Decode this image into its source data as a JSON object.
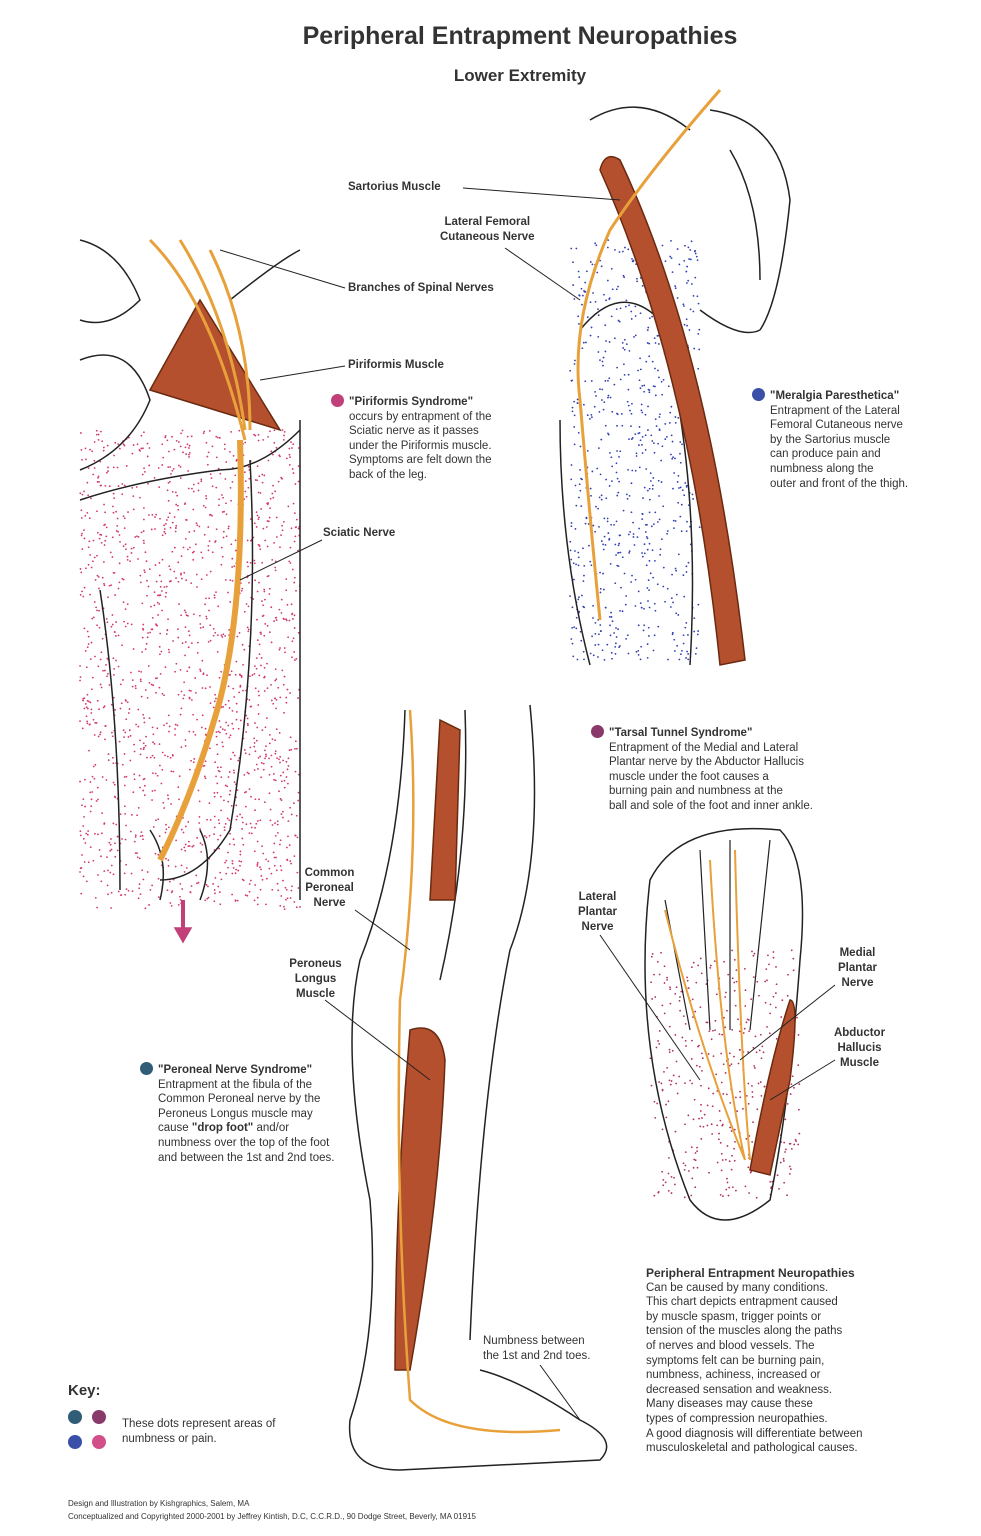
{
  "title": "Peripheral Entrapment Neuropathies",
  "subtitle": "Lower Extremity",
  "labels": {
    "sartorius": "Sartorius Muscle",
    "lfcn": [
      "Lateral Femoral",
      "Cutaneous Nerve"
    ],
    "spinal": "Branches of Spinal Nerves",
    "piriformis": "Piriformis Muscle",
    "sciatic": "Sciatic Nerve",
    "common_peroneal": [
      "Common",
      "Peroneal",
      "Nerve"
    ],
    "peroneus_longus": [
      "Peroneus",
      "Longus",
      "Muscle"
    ],
    "lateral_plantar": [
      "Lateral",
      "Plantar",
      "Nerve"
    ],
    "medial_plantar": [
      "Medial",
      "Plantar",
      "Nerve"
    ],
    "abductor": [
      "Abductor",
      "Hallucis",
      "Muscle"
    ],
    "numbness_toes": [
      "Numbness between",
      "the 1st and 2nd toes."
    ]
  },
  "callouts": {
    "piriformis": {
      "heading": "\"Piriformis Syndrome\"",
      "lines": [
        "occurs by entrapment of the",
        "Sciatic nerve as it passes",
        "under the Piriformis muscle.",
        "Symptoms are felt down the",
        "back of the leg."
      ],
      "color": "#c2407a"
    },
    "meralgia": {
      "heading": "\"Meralgia Paresthetica\"",
      "lines": [
        "Entrapment of the Lateral",
        "Femoral Cutaneous nerve",
        "by the Sartorius muscle",
        "can produce pain and",
        "numbness along the",
        "outer and front of the thigh."
      ],
      "color": "#3a4fa8"
    },
    "tarsal": {
      "heading": "\"Tarsal Tunnel Syndrome\"",
      "lines": [
        "Entrapment of the Medial and Lateral",
        "Plantar nerve by the Abductor Hallucis",
        "muscle under the foot causes a",
        "burning pain and numbness at the",
        "ball and sole of the foot and inner ankle."
      ],
      "color": "#8a3a6a"
    },
    "peroneal": {
      "heading": "\"Peroneal Nerve Syndrome\"",
      "lines": [
        "Entrapment at the fibula of the",
        "Common Peroneal nerve by the",
        "Peroneus Longus muscle may"
      ],
      "bold_pre": "cause ",
      "bold": "\"drop foot\"",
      "bold_post": " and/or",
      "lines_after": [
        "numbness over the top of the foot",
        "and between the 1st and 2nd toes."
      ],
      "color": "#2f5d78"
    }
  },
  "summary": {
    "heading": "Peripheral Entrapment Neuropathies",
    "lines": [
      "Can be caused by many conditions.",
      "This chart depicts entrapment caused",
      "by muscle spasm, trigger points or",
      "tension of the muscles along the paths",
      "of nerves and blood vessels. The",
      "symptoms felt can be burning pain,",
      "numbness, achiness, increased or",
      "decreased sensation and weakness.",
      "Many diseases may cause these",
      "types of compression neuropathies.",
      "A good diagnosis will differentiate between",
      "musculoskeletal and pathological causes."
    ]
  },
  "key": {
    "title": "Key:",
    "text": [
      "These dots represent areas of",
      "numbness or pain."
    ],
    "colors": [
      "#2f5d78",
      "#8a3a6a",
      "#3a4fa8",
      "#d24f8a"
    ]
  },
  "footer": {
    "line1": "Design and Illustration by Kishgraphics, Salem, MA",
    "line2": "Conceptualized and Copyrighted 2000-2001 by Jeffrey Kintish, D.C, C.C.R.D., 90 Dodge Street, Beverly, MA 01915"
  },
  "colors": {
    "muscle": "#b5502e",
    "nerve": "#e8a13a",
    "pink_dots": "#d2386a",
    "blue_dots": "#3040b0"
  }
}
